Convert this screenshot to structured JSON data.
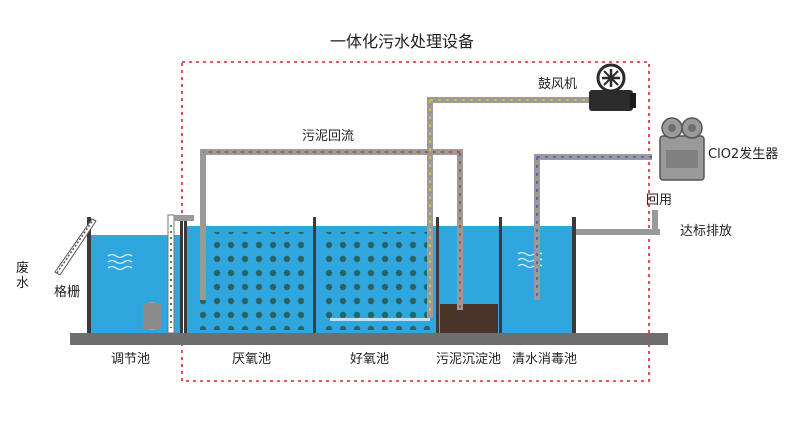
{
  "title": "一体化污水处理设备",
  "labels": {
    "wastewater": "废水",
    "screen": "格栅",
    "regulating_tank": "调节池",
    "anoxic_tank": "厌氧池",
    "aerobic_tank": "好氧池",
    "sedimentation_tank": "污泥沉淀池",
    "disinfection_tank": "清水消毒池",
    "sludge_return": "污泥回流",
    "blower": "鼓风机",
    "clo2_generator": "ClO2发生器",
    "reuse": "回用",
    "discharge": "达标排放"
  },
  "colors": {
    "water": "#2fa6de",
    "water_light": "#5fc0ea",
    "pipe": "#9a9a9a",
    "tank_wall": "#3a3a3a",
    "ground": "#6e6e6e",
    "dashed_border": "#d9252c",
    "air_flow": "#f2c230",
    "sludge_flow": "#c0392b",
    "clo2_flow": "#4455cc",
    "sludge": "#4a3328",
    "diffuser_balls": "#2a4d3a"
  },
  "icons": {
    "blower": "blower-icon",
    "clo2": "clo2-generator-icon",
    "waves": "water-wave-icon"
  }
}
